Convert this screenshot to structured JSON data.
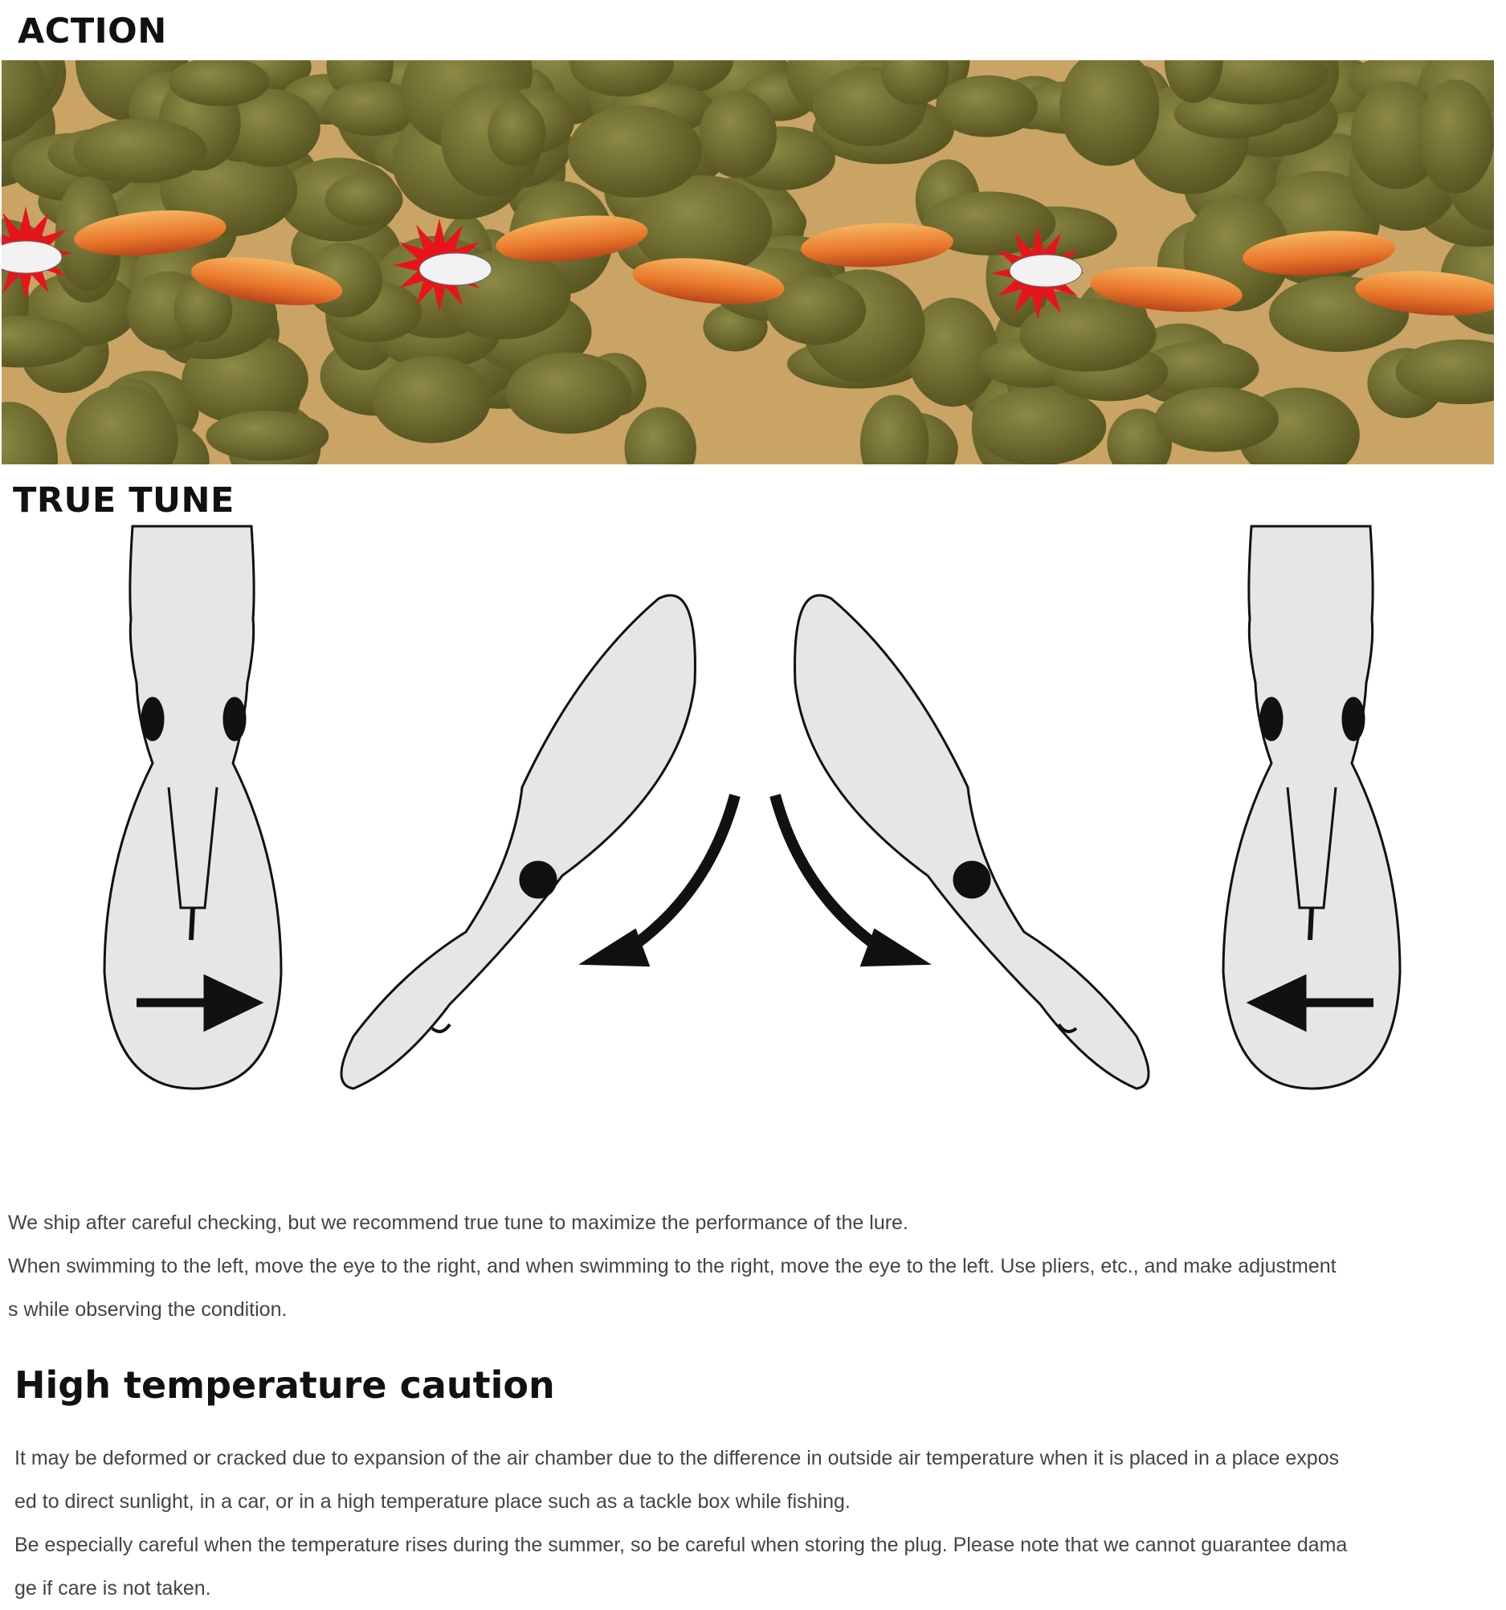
{
  "action": {
    "title": "ACTION",
    "colors": {
      "background": "#c9a464",
      "rock": "#6f6d2c",
      "lure": "#e8762a",
      "burst": "#e8141c"
    }
  },
  "true_tune": {
    "title": "TRUE TUNE",
    "paragraph_lines": [
      "We ship after careful checking, but we recommend true tune to maximize the performance of the lure.",
      "When swimming to the left, move the eye to the right, and when swimming to the right, move the eye to the left. Use pliers, etc., and make adjustment",
      "s while observing the condition."
    ]
  },
  "caution": {
    "title": "High temperature caution",
    "paragraph_lines": [
      "It may be deformed or cracked due to expansion of the air chamber due to the difference in outside air temperature when it is placed in a place expos",
      "ed to direct sunlight, in a car, or in a high temperature place such as a tackle box while fishing.",
      "Be especially careful when the temperature rises during the summer, so be careful when storing the plug. Please note that we cannot guarantee dama",
      "ge if care is not taken."
    ]
  }
}
